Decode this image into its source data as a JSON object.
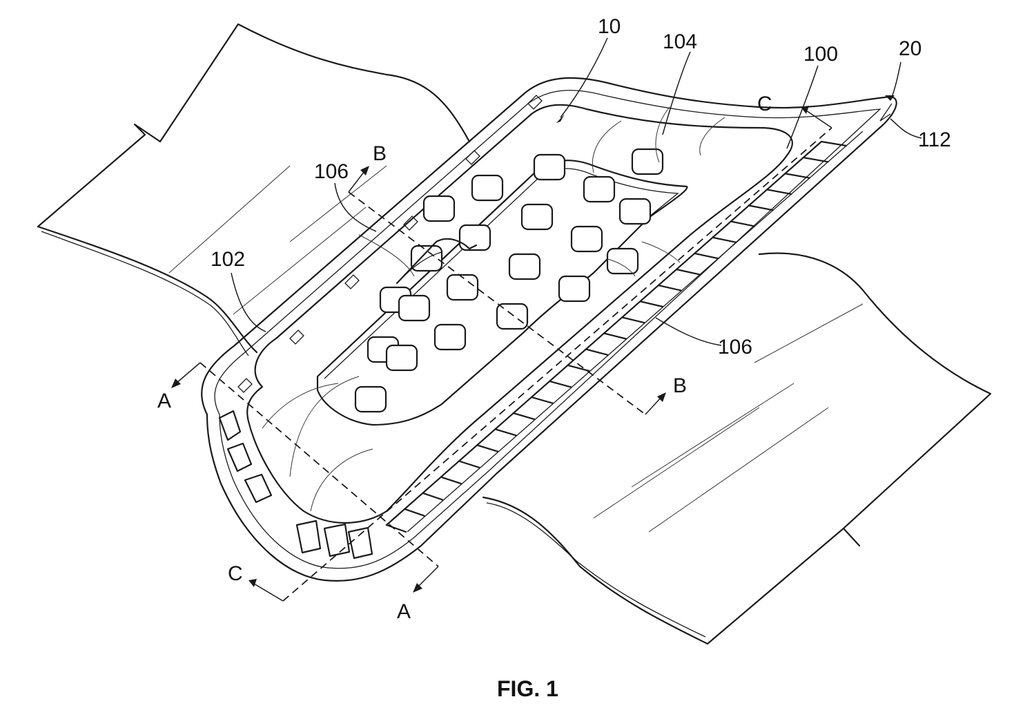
{
  "figure": {
    "caption": "FIG. 1",
    "reference_numerals": {
      "n10": "10",
      "n104": "104",
      "n100": "100",
      "n20": "20",
      "n112": "112",
      "n106_upper": "106",
      "n106_lower": "106",
      "n102": "102"
    },
    "section_markers": {
      "a_left": "A",
      "a_bottom": "A",
      "b_top": "B",
      "b_bottom": "B",
      "c_top": "C",
      "c_bottom": "C"
    }
  }
}
